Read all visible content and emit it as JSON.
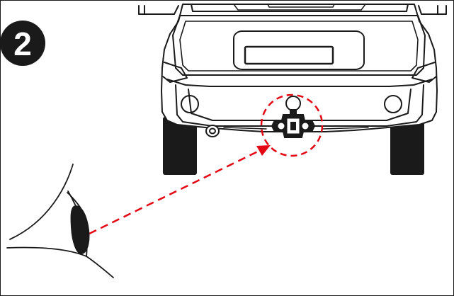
{
  "step": {
    "number": "2"
  },
  "colors": {
    "line": "#1a1a1a",
    "highlight": "#e30613",
    "background": "#ffffff"
  },
  "icons": {
    "step": "step-number-badge",
    "vehicle": "car-rear-view",
    "target": "tow-hitch-ball",
    "highlight": "dashed-circle-highlight",
    "viewer": "eye-icon",
    "sightline": "dashed-arrow"
  }
}
